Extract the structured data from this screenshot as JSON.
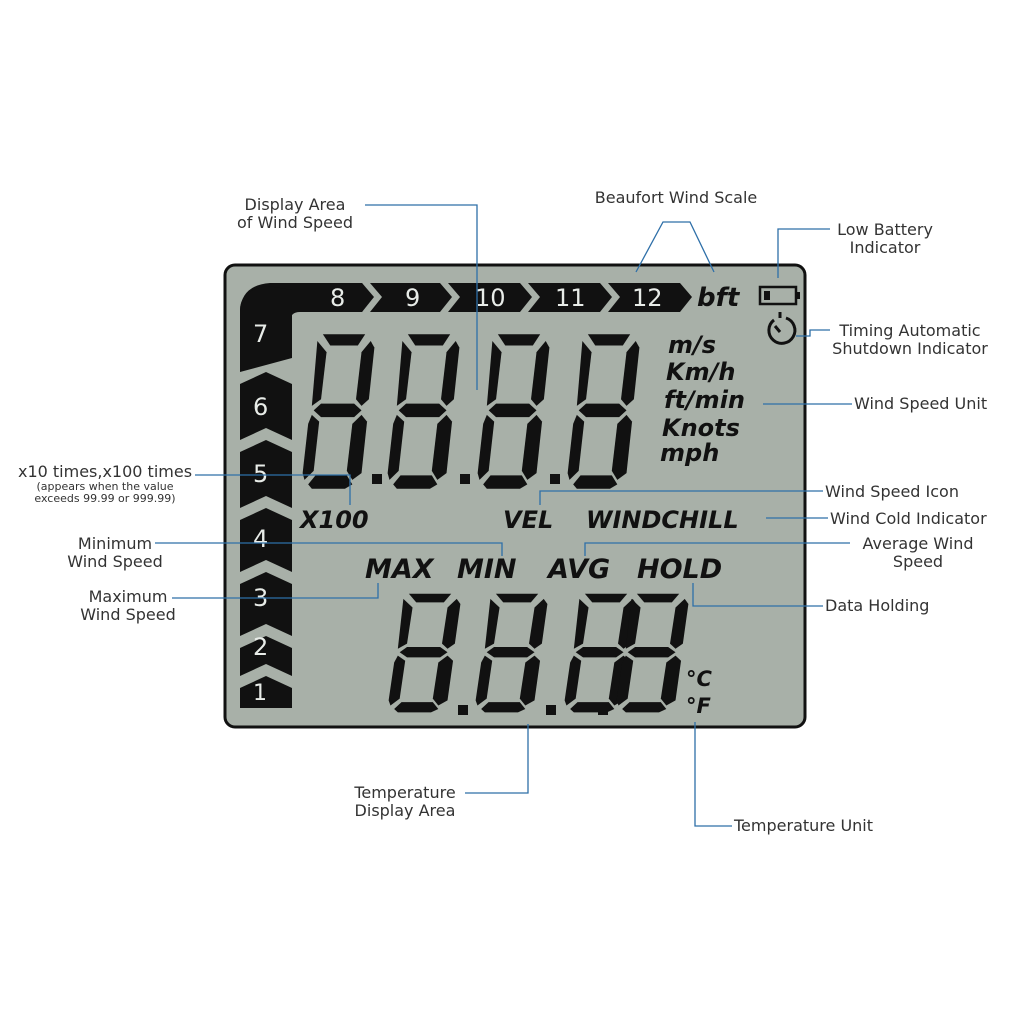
{
  "colors": {
    "lcd_background": "#a8b0a8",
    "segment": "#111111",
    "leader_line": "#2e6fa8",
    "label_text": "#333333"
  },
  "lcd": {
    "beaufort_upper": [
      "8",
      "9",
      "10",
      "11",
      "12"
    ],
    "beaufort_side": [
      "7",
      "6",
      "5",
      "4",
      "3",
      "2",
      "1"
    ],
    "bft": "bft",
    "speed_units": [
      "m/s",
      "Km/h",
      "ft/min",
      "Knots",
      "mph"
    ],
    "multiplier": "X100",
    "vel": "VEL",
    "windchill": "WINDCHILL",
    "max": "MAX",
    "min": "MIN",
    "avg": "AVG",
    "hold": "HOLD",
    "celsius": "°C",
    "fahrenheit": "°F",
    "icons": [
      "battery-icon",
      "timer-icon"
    ],
    "digits": [
      "8",
      "8",
      "8",
      "8"
    ]
  },
  "labels": {
    "wind_speed_area": [
      "Display Area",
      "of Wind Speed"
    ],
    "beaufort": "Beaufort Wind Scale",
    "low_battery": [
      "Low Battery",
      "Indicator"
    ],
    "auto_shutdown": [
      "Timing Automatic",
      "Shutdown Indicator"
    ],
    "wind_speed_unit": "Wind Speed Unit",
    "multiplier": "x10 times,x100 times",
    "multiplier_note": [
      "(appears when the value",
      "exceeds 99.99 or 999.99)"
    ],
    "wind_speed_icon": "Wind Speed Icon",
    "wind_cold": "Wind Cold Indicator",
    "min_speed": [
      "Minimum",
      "Wind Speed"
    ],
    "avg_speed": [
      "Average Wind",
      "Speed"
    ],
    "max_speed": [
      "Maximum",
      "Wind Speed"
    ],
    "data_holding": "Data Holding",
    "temp_area": [
      "Temperature",
      "Display Area"
    ],
    "temp_unit": "Temperature Unit"
  }
}
